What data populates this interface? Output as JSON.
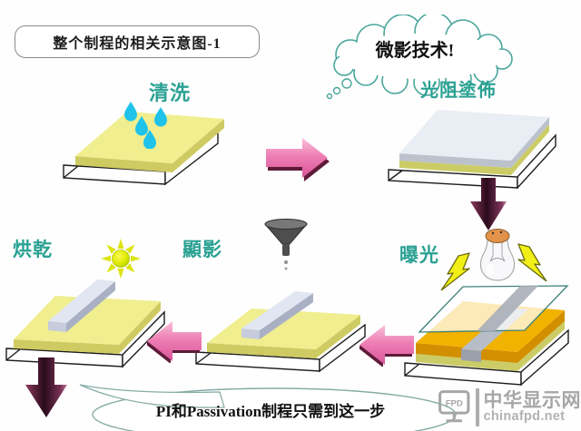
{
  "header": {
    "title": "整个制程的相关示意图-1"
  },
  "bubble": {
    "text": "微影技术!"
  },
  "steps": [
    {
      "id": "clean",
      "label": "清洗"
    },
    {
      "id": "coat",
      "label": "光阻塗佈"
    },
    {
      "id": "expose",
      "label": "曝光"
    },
    {
      "id": "develop",
      "label": "顯影"
    },
    {
      "id": "bake",
      "label": "烘乾"
    }
  ],
  "callout": {
    "text": "PI和Passivation制程只需到这一步"
  },
  "watermark": {
    "badge": "FPD",
    "site_name": "中华显示网",
    "site_url": "chinafpd.net"
  },
  "colors": {
    "label_teal": "#2aa193",
    "cloud_teal": "#4aa69c",
    "slab_yellow": "#f0ee8e",
    "slab_yellow_edge": "#cfcb63",
    "resist_silver": "#e9edf4",
    "resist_silver_edge": "#bcc2cc",
    "resist_under_yellow": "#cccc66",
    "exposed_orange": "#f2b200",
    "exposed_orange_edge": "#d28f00",
    "stripe_gray": "#b7bdc7",
    "stripe_gray_dark": "#9aa0aa",
    "mask_stripe_gray": "#a8aeb8",
    "ridge_top": "#e2e6f2",
    "ridge_cap": "#c6ccdc",
    "ridge_side": "#aab0c4",
    "drop_cyan": "#1fc3ea",
    "bolt_yellow": "#f0f018",
    "arrow_pink": "#ee7fb4",
    "arrow_dark": "#2a0a1c",
    "watermark_gray": "#a6a6a6"
  }
}
